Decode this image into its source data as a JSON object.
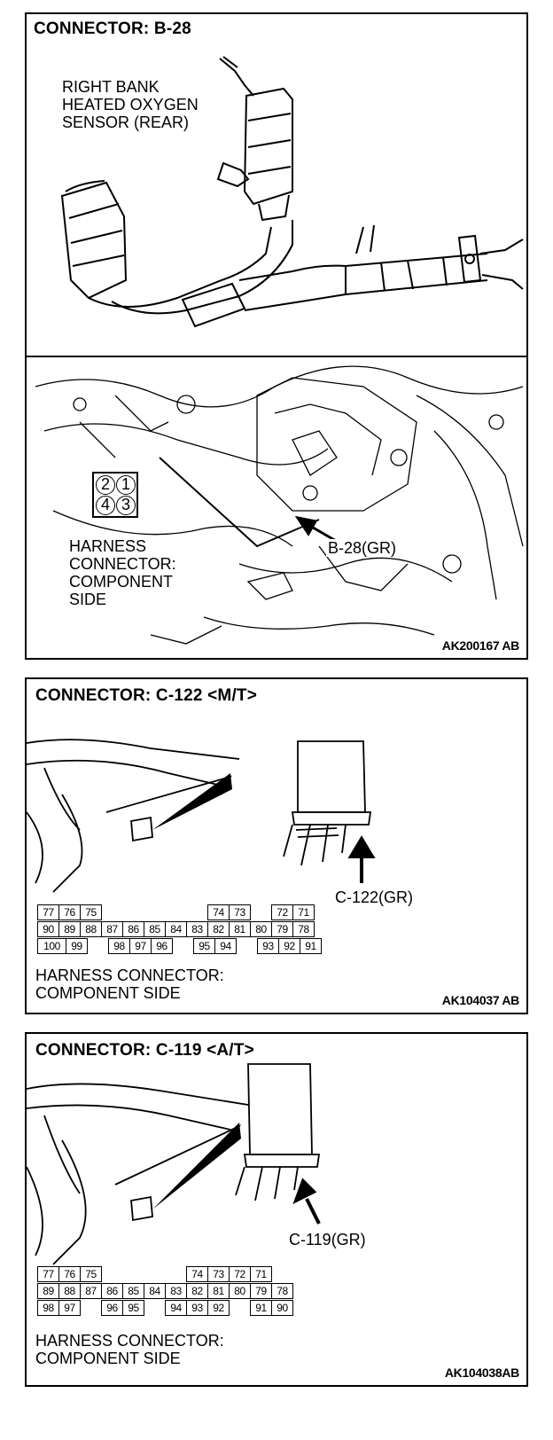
{
  "panel1": {
    "title": "CONNECTOR: B-28",
    "sensor_label": "RIGHT BANK\nHEATED OXYGEN\nSENSOR (REAR)",
    "connector_pins": [
      "2",
      "1",
      "4",
      "3"
    ],
    "harness_label": "HARNESS\nCONNECTOR:\nCOMPONENT\nSIDE",
    "callout": "B-28(GR)",
    "code": "AK200167 AB"
  },
  "panel2": {
    "title": "CONNECTOR: C-122 <M/T>",
    "callout": "C-122(GR)",
    "pin_rows": [
      [
        "77",
        "76",
        "75",
        "",
        "",
        "",
        "",
        "",
        "74",
        "73",
        "",
        "72",
        "71"
      ],
      [
        "90",
        "89",
        "88",
        "87",
        "86",
        "85",
        "84",
        "83",
        "82",
        "81",
        "80",
        "79",
        "78"
      ],
      [
        "100",
        "99",
        "",
        "98",
        "97",
        "96",
        "",
        "95",
        "94",
        "",
        "93",
        "92",
        "91"
      ]
    ],
    "harness_label": "HARNESS CONNECTOR:\nCOMPONENT SIDE",
    "code": "AK104037 AB"
  },
  "panel3": {
    "title": "CONNECTOR: C-119 <A/T>",
    "callout": "C-119(GR)",
    "pin_rows": [
      [
        "77",
        "76",
        "75",
        "",
        "",
        "",
        "",
        "74",
        "73",
        "72",
        "71"
      ],
      [
        "89",
        "88",
        "87",
        "86",
        "85",
        "84",
        "83",
        "82",
        "81",
        "80",
        "79",
        "78"
      ],
      [
        "98",
        "97",
        "",
        "96",
        "95",
        "",
        "94",
        "93",
        "92",
        "",
        "91",
        "90"
      ]
    ],
    "harness_label": "HARNESS CONNECTOR:\nCOMPONENT SIDE",
    "code": "AK104038AB"
  }
}
